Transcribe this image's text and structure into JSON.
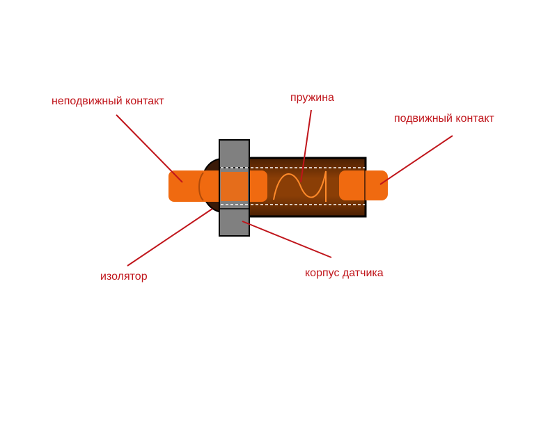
{
  "labels": {
    "fixed_contact": "неподвижный контакт",
    "spring": "пружина",
    "moving_contact": "подвижный контакт",
    "insulator": "изолятор",
    "sensor_body": "корпус датчика"
  },
  "colors": {
    "label_text": "#c0151b",
    "leader_line": "#c0151b",
    "contact": "#f06a10",
    "housing": "#8a3e06",
    "housing_dark": "#5e2703",
    "insulator": "#3a1a08",
    "nut": "#808080",
    "spring": "#ff8a2a",
    "outline": "#000000"
  }
}
